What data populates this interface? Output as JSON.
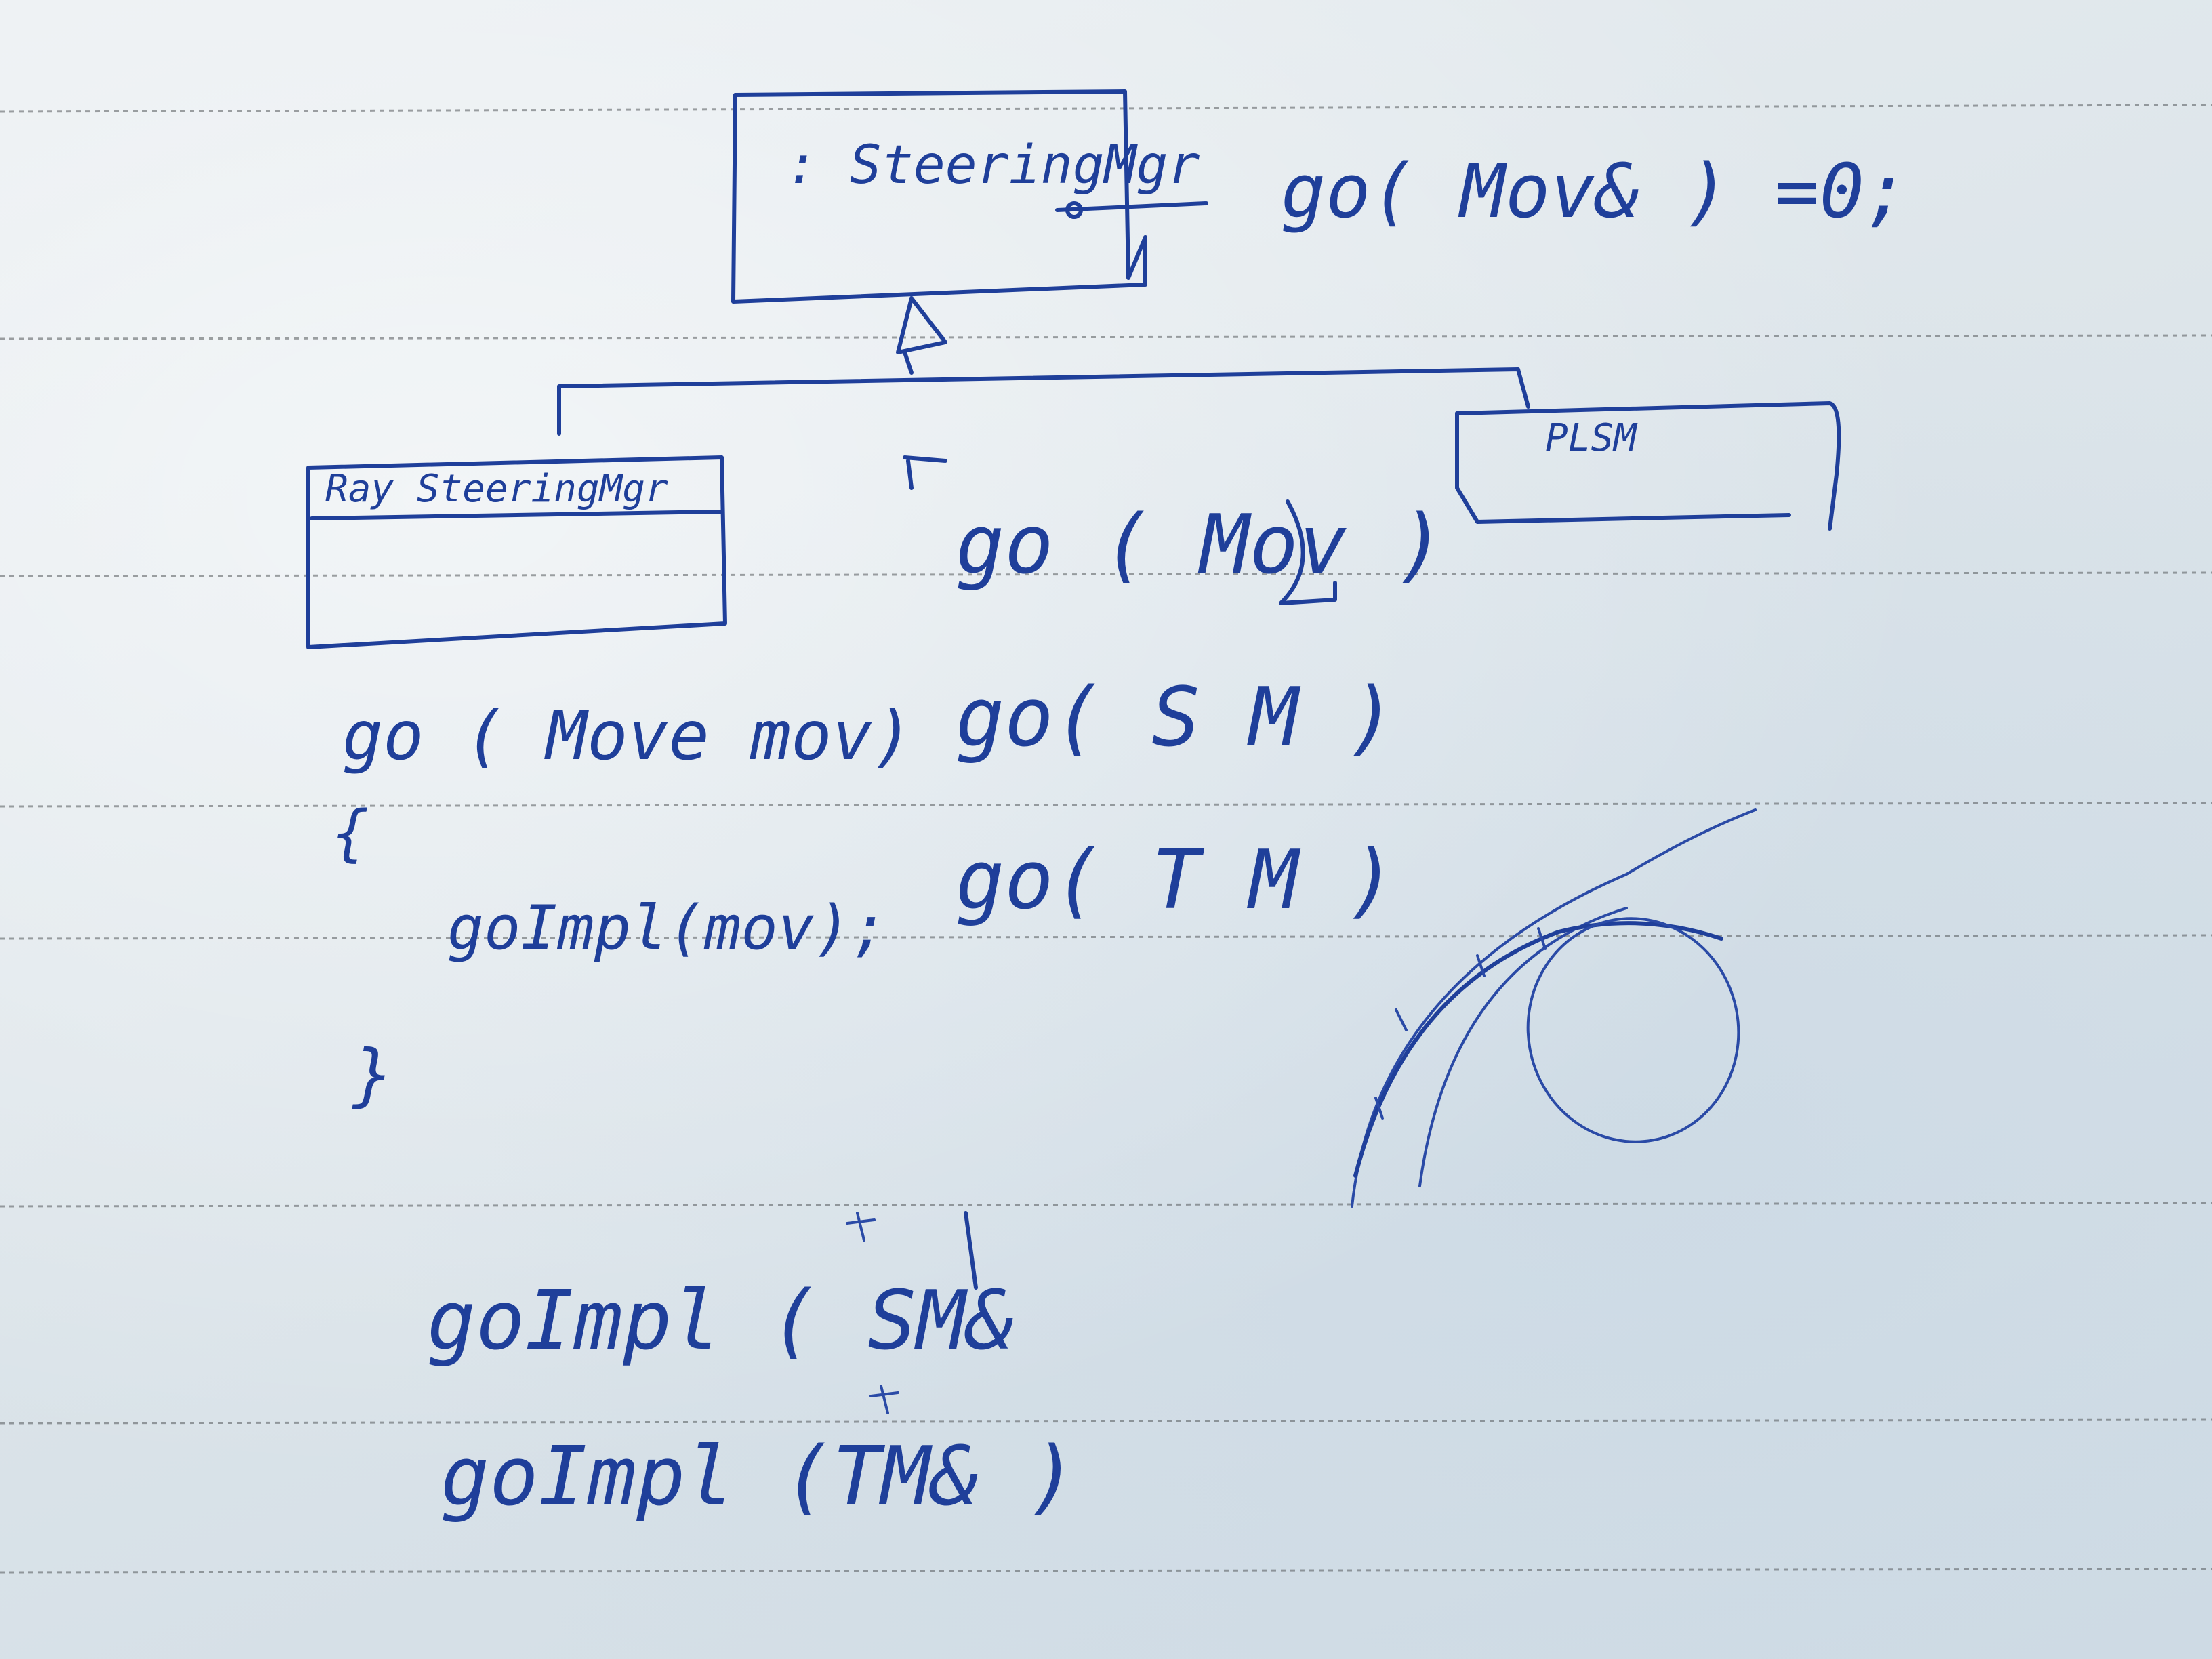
{
  "whiteboard": {
    "base_class": {
      "name": ": SteeringMgr",
      "method": "go( Mov& ) =0;"
    },
    "left_subclass": {
      "name": "Ray SteeringMgr"
    },
    "right_subclass": {
      "name": "PLSM"
    },
    "overloads": [
      "go ( Mov )",
      "go( S M )",
      "go( T M )"
    ],
    "impl_block": {
      "signature": "go ( Move mov)",
      "open_brace": "{",
      "body": "goImpl(mov);",
      "close_brace": "}"
    },
    "impl_overloads": [
      "goImpl ( SM&",
      "goImpl (TM& )"
    ]
  },
  "colors": {
    "ink": "#1f3f9a",
    "board": "#dfe6ea"
  }
}
